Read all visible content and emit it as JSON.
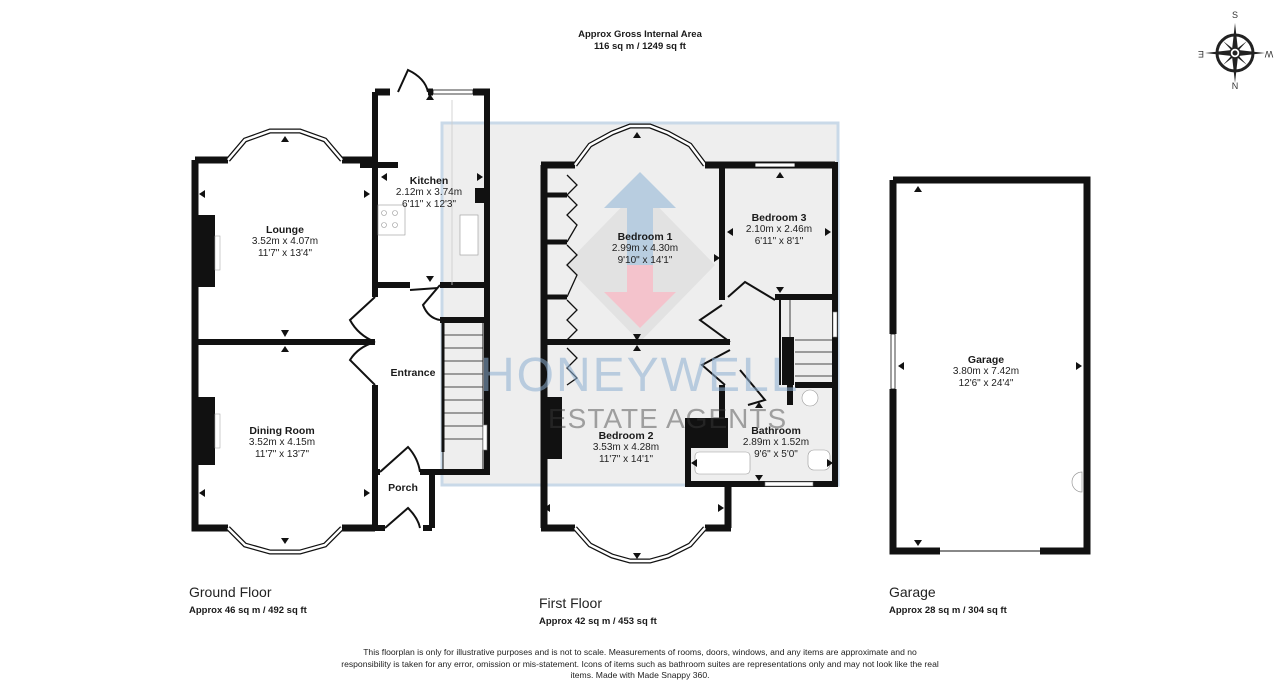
{
  "header": {
    "gross_area_title": "Approx Gross Internal Area",
    "gross_area_value": "116 sq m / 1249 sq ft"
  },
  "compass": {
    "north": "N",
    "south": "S",
    "east": "E",
    "west": "W"
  },
  "watermark": {
    "line1": "HONEYWELL",
    "line2": "ESTATE AGENTS",
    "colors": {
      "up_arrow": "#b8cde0",
      "down_arrow": "#f4c3cc",
      "diamond": "#e2e2e2",
      "box": "#eeeeee"
    }
  },
  "floors": [
    {
      "title": "Ground Floor",
      "area": "Approx 46 sq m / 492 sq ft",
      "rooms": [
        {
          "name": "Lounge",
          "metric": "3.52m x 4.07m",
          "imperial": "11'7\" x 13'4\""
        },
        {
          "name": "Kitchen",
          "metric": "2.12m x 3.74m",
          "imperial": "6'11\" x 12'3\""
        },
        {
          "name": "Entrance",
          "metric": "",
          "imperial": ""
        },
        {
          "name": "Dining Room",
          "metric": "3.52m x 4.15m",
          "imperial": "11'7\" x 13'7\""
        },
        {
          "name": "Porch",
          "metric": "",
          "imperial": ""
        }
      ]
    },
    {
      "title": "First Floor",
      "area": "Approx 42 sq m / 453 sq ft",
      "rooms": [
        {
          "name": "Bedroom 1",
          "metric": "2.99m x 4.30m",
          "imperial": "9'10\" x 14'1\""
        },
        {
          "name": "Bedroom 3",
          "metric": "2.10m x 2.46m",
          "imperial": "6'11\" x 8'1\""
        },
        {
          "name": "Bedroom 2",
          "metric": "3.53m x 4.28m",
          "imperial": "11'7\" x 14'1\""
        },
        {
          "name": "Bathroom",
          "metric": "2.89m x 1.52m",
          "imperial": "9'6\" x 5'0\""
        }
      ]
    },
    {
      "title": "Garage",
      "area": "Approx 28 sq m / 304 sq ft",
      "rooms": [
        {
          "name": "Garage",
          "metric": "3.80m x 7.42m",
          "imperial": "12'6\" x 24'4\""
        }
      ]
    }
  ],
  "disclaimer": "This floorplan is only for illustrative purposes and is not to scale. Measurements of rooms, doors, windows, and any items are approximate and no responsibility is taken for any error, omission or mis-statement. Icons of items such as bathroom suites are representations only and may not look like the real items. Made with Made Snappy 360."
}
